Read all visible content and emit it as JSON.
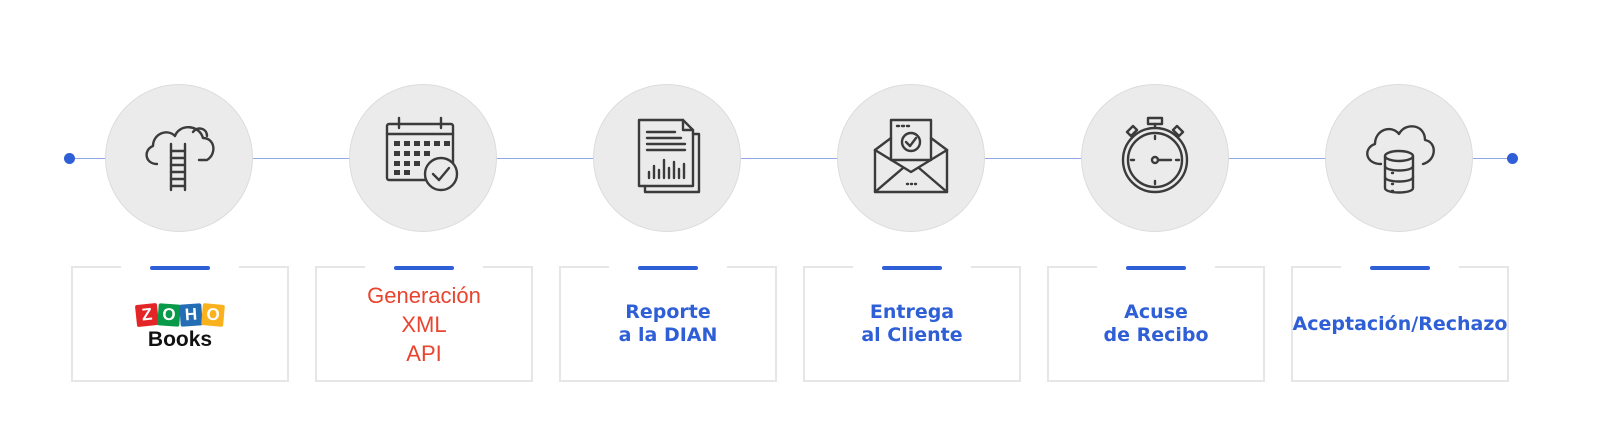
{
  "steps": [
    {
      "icon": "cloud-ladder-icon",
      "logo": {
        "letters": [
          "Z",
          "O",
          "H",
          "O"
        ],
        "letter_colors": [
          "#e42527",
          "#089949",
          "#226db4",
          "#f9b21d"
        ],
        "product": "Books"
      }
    },
    {
      "icon": "calendar-check-icon",
      "lines": [
        "Generación",
        "XML",
        "API"
      ]
    },
    {
      "icon": "report-document-icon",
      "lines": [
        "Reporte",
        "a la DIAN"
      ]
    },
    {
      "icon": "envelope-check-icon",
      "lines": [
        "Entrega",
        "al Cliente"
      ]
    },
    {
      "icon": "stopwatch-icon",
      "lines": [
        "Acuse",
        "de Recibo"
      ]
    },
    {
      "icon": "cloud-database-icon",
      "lines": [
        "Aceptación/Rechazo"
      ]
    }
  ],
  "colors": {
    "accent": "#2f5fd6",
    "red_label": "#e8442e",
    "circle": "#ebebeb"
  }
}
